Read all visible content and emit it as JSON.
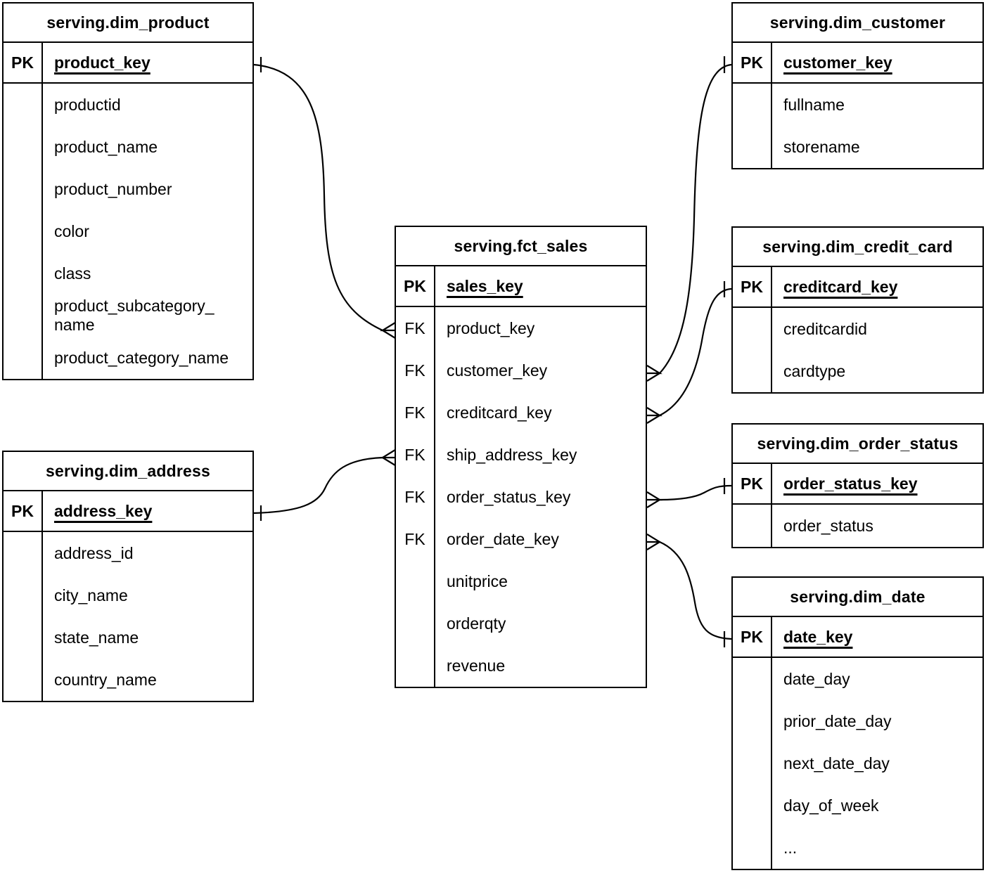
{
  "diagram": {
    "colors": {
      "background": "#ffffff",
      "line": "#000000",
      "text": "#000000"
    },
    "tables": [
      {
        "title": "serving.dim_product",
        "pk_label": "PK",
        "pk_field": "product_key",
        "fields": [
          {
            "key": "",
            "name": "productid"
          },
          {
            "key": "",
            "name": "product_name"
          },
          {
            "key": "",
            "name": "product_number"
          },
          {
            "key": "",
            "name": "color"
          },
          {
            "key": "",
            "name": "class"
          },
          {
            "key": "",
            "name": "product_subcategory_\nname"
          },
          {
            "key": "",
            "name": "product_category_name"
          }
        ]
      },
      {
        "title": "serving.dim_address",
        "pk_label": "PK",
        "pk_field": "address_key",
        "fields": [
          {
            "key": "",
            "name": "address_id"
          },
          {
            "key": "",
            "name": "city_name"
          },
          {
            "key": "",
            "name": "state_name"
          },
          {
            "key": "",
            "name": "country_name"
          }
        ]
      },
      {
        "title": "serving.fct_sales",
        "pk_label": "PK",
        "pk_field": "sales_key",
        "fields": [
          {
            "key": "FK",
            "name": "product_key"
          },
          {
            "key": "FK",
            "name": "customer_key"
          },
          {
            "key": "FK",
            "name": "creditcard_key"
          },
          {
            "key": "FK",
            "name": "ship_address_key"
          },
          {
            "key": "FK",
            "name": "order_status_key"
          },
          {
            "key": "FK",
            "name": "order_date_key"
          },
          {
            "key": "",
            "name": "unitprice"
          },
          {
            "key": "",
            "name": "orderqty"
          },
          {
            "key": "",
            "name": "revenue"
          }
        ]
      },
      {
        "title": "serving.dim_customer",
        "pk_label": "PK",
        "pk_field": "customer_key",
        "fields": [
          {
            "key": "",
            "name": "fullname"
          },
          {
            "key": "",
            "name": "storename"
          }
        ]
      },
      {
        "title": "serving.dim_credit_card",
        "pk_label": "PK",
        "pk_field": "creditcard_key",
        "fields": [
          {
            "key": "",
            "name": "creditcardid"
          },
          {
            "key": "",
            "name": "cardtype"
          }
        ]
      },
      {
        "title": "serving.dim_order_status",
        "pk_label": "PK",
        "pk_field": "order_status_key",
        "fields": [
          {
            "key": "",
            "name": "order_status"
          }
        ]
      },
      {
        "title": "serving.dim_date",
        "pk_label": "PK",
        "pk_field": "date_key",
        "fields": [
          {
            "key": "",
            "name": "date_day"
          },
          {
            "key": "",
            "name": "prior_date_day"
          },
          {
            "key": "",
            "name": "next_date_day"
          },
          {
            "key": "",
            "name": "day_of_week"
          },
          {
            "key": "",
            "name": "..."
          }
        ]
      }
    ],
    "relationships": [
      {
        "from_table": "serving.fct_sales",
        "from_field": "product_key",
        "to_table": "serving.dim_product",
        "to_field": "product_key",
        "from_cardinality": "many",
        "to_cardinality": "one"
      },
      {
        "from_table": "serving.fct_sales",
        "from_field": "ship_address_key",
        "to_table": "serving.dim_address",
        "to_field": "address_key",
        "from_cardinality": "many",
        "to_cardinality": "one"
      },
      {
        "from_table": "serving.fct_sales",
        "from_field": "customer_key",
        "to_table": "serving.dim_customer",
        "to_field": "customer_key",
        "from_cardinality": "many",
        "to_cardinality": "one"
      },
      {
        "from_table": "serving.fct_sales",
        "from_field": "creditcard_key",
        "to_table": "serving.dim_credit_card",
        "to_field": "creditcard_key",
        "from_cardinality": "many",
        "to_cardinality": "one"
      },
      {
        "from_table": "serving.fct_sales",
        "from_field": "order_status_key",
        "to_table": "serving.dim_order_status",
        "to_field": "order_status_key",
        "from_cardinality": "many",
        "to_cardinality": "one"
      },
      {
        "from_table": "serving.fct_sales",
        "from_field": "order_date_key",
        "to_table": "serving.dim_date",
        "to_field": "date_key",
        "from_cardinality": "many",
        "to_cardinality": "one"
      }
    ]
  }
}
